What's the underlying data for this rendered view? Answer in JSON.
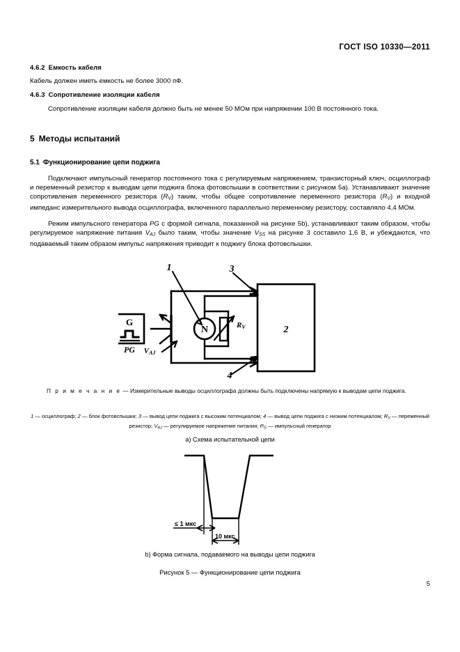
{
  "header": {
    "standard": "ГОСТ  ISO 10330—2011"
  },
  "clauses": [
    {
      "id": "4.6.2",
      "number": "4.6.2",
      "title": "Емкость кабеля",
      "body": "Кабель должен иметь емкость не более 3000 пФ."
    },
    {
      "id": "4.6.3",
      "number": "4.6.3",
      "title": "Сопротивление изоляции кабеля",
      "body": "Сопротивление изоляции кабеля должно быть не менее 50 МОм при напряжении 100 В постоянного тока."
    }
  ],
  "section5": {
    "number": "5",
    "title": "Методы испытаний",
    "subclause": {
      "number": "5.1",
      "title": "Функционирование цепи поджига"
    },
    "paragraph1_part1": "Подключают импульсный генератор постоянного тока с регулируемым напряжением, транзисторный ключ, осциллограф и переменный резистор к выводам цепи поджига блока фотовспышки в соответствии с рисунком 5а). Устанавливают значение сопротивления переменного резистора (",
    "paragraph1_rv1_base": "R",
    "paragraph1_rv1_sub": "V",
    "paragraph1_part2": ") таким, чтобы общее сопротивление переменного резистора (",
    "paragraph1_rv2_base": "R",
    "paragraph1_rv2_sub": "V",
    "paragraph1_part3": ") и входной импеданс измерительного вывода осциллографа, включенного параллельно переменному резистору, составляло 4,4 МОм.",
    "paragraph2_part1": "Режим импульсного генератора ",
    "paragraph2_pg": "PG",
    "paragraph2_part2": " с формой сигнала, показанной на рисунке 5b), устанавливают таким образом, чтобы регулируемое напряжение питания ",
    "paragraph2_vaj_base": "V",
    "paragraph2_vaj_sub": "AJ",
    "paragraph2_part3": " было таким, чтобы значение ",
    "paragraph2_vss_base": "V",
    "paragraph2_vss_sub": "SS",
    "paragraph2_part4": " на рисунке 3 составило 1,6 В, и убеждаются, что подаваемый таким образом импульс напряжения приводит к поджигу блока фотовспышки."
  },
  "note": {
    "label": "П р и м е ч а н и е",
    "dash": " — ",
    "text": "Измерительные выводы осциллографа должны быть подключены напрямую к выводам цепи поджига."
  },
  "figure_key": {
    "line1_items": [
      {
        "num": "1",
        "text": " — осциллограф;"
      },
      {
        "num": "2",
        "text": " — блок фотовспышки;"
      },
      {
        "num": "3",
        "text": " — вывод цепи поджига с высоким потенциалом;"
      },
      {
        "num": "4",
        "text": " — вывод цепи поджига с низким"
      }
    ],
    "line2_lead": "потенциалом; ",
    "line2_items": [
      {
        "sym_base": "R",
        "sym_sub": "V",
        "text": " — переменный резистор; "
      },
      {
        "sym_base": "V",
        "sym_sub": "AJ",
        "text": " — регулируемое напряжение питания; "
      },
      {
        "sym_base": "P",
        "sym_sub": "G",
        "text": " — импульсный генератор"
      }
    ]
  },
  "circuit_diagram": {
    "generator_symbol": "G",
    "generator_label": "PG",
    "supply_label_base": "V",
    "supply_label_sub": "AJ",
    "meter_symbol": "N",
    "resistor_label_base": "R",
    "resistor_label_sub": "V",
    "callout_1": "1",
    "callout_2": "2",
    "callout_3": "3",
    "callout_4": "4"
  },
  "waveform_diagram": {
    "rise_label": "≤ 1 мкс",
    "width_label": "10 мкс"
  },
  "captions": {
    "a": "а)  Схема испытательной цепи",
    "b": "b)  Форма сигнала, подаваемого на выводы цепи поджига",
    "figure": "Рисунок  5 — Функционирование цепи поджига"
  },
  "page_number": "5"
}
